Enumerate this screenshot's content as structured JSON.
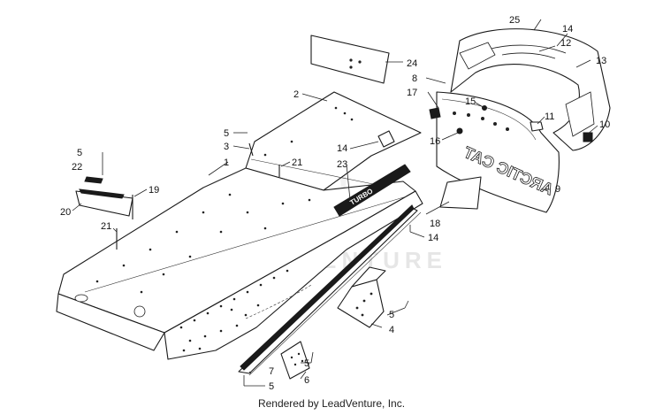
{
  "watermark": "LEADVENTURE",
  "logo_text": "TURBO",
  "brand_text": "ARCTIC CAT",
  "credit": "Rendered by LeadVenture, Inc.",
  "callouts": {
    "c1": "1",
    "c2": "2",
    "c3": "3",
    "c4": "4",
    "c5a": "5",
    "c5b": "5",
    "c5c": "5",
    "c5d": "5",
    "c5e": "5",
    "c6": "6",
    "c7": "7",
    "c8": "8",
    "c9": "9",
    "c10": "10",
    "c11": "11",
    "c12": "12",
    "c13": "13",
    "c14a": "14",
    "c14b": "14",
    "c14c": "14",
    "c15": "15",
    "c16": "16",
    "c17": "17",
    "c18": "18",
    "c19": "19",
    "c20": "20",
    "c21a": "21",
    "c21b": "21",
    "c22": "22",
    "c23": "23",
    "c24": "24",
    "c25": "25"
  }
}
